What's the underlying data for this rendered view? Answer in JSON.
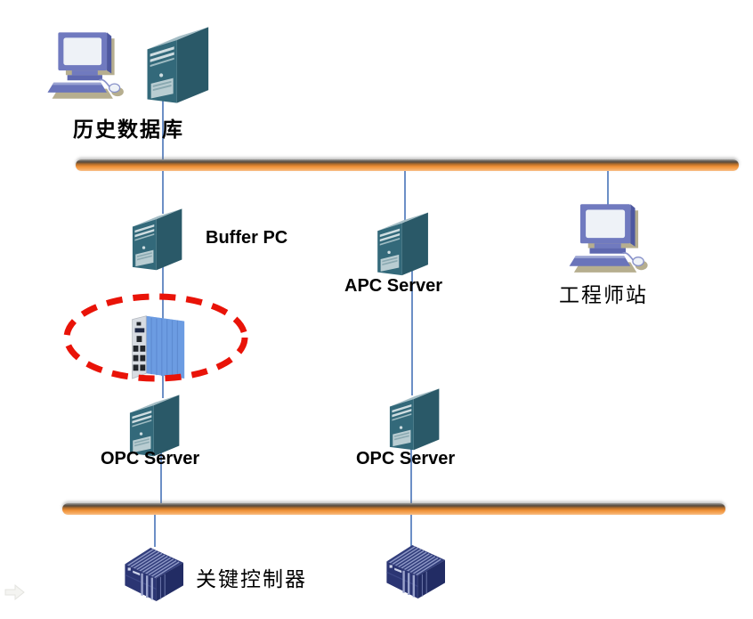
{
  "diagram": {
    "type": "network-architecture",
    "nodes": {
      "history_db": {
        "label": "历史数据库",
        "type": "workstation-and-server"
      },
      "buffer_pc": {
        "label": "Buffer PC",
        "type": "server"
      },
      "apc_server": {
        "label": "APC Server",
        "type": "server"
      },
      "engineer_station": {
        "label": "工程师站",
        "type": "workstation"
      },
      "opc_server_1": {
        "label": "OPC Server",
        "type": "server"
      },
      "opc_server_2": {
        "label": "OPC Server",
        "type": "server"
      },
      "ethernet_switch": {
        "label": "",
        "type": "industrial-switch",
        "highlighted": true
      },
      "key_controller": {
        "label": "关键控制器",
        "type": "plc-controller"
      },
      "controller_2": {
        "label": "",
        "type": "plc-controller"
      }
    },
    "buses": [
      {
        "id": "upper-bus",
        "color": "#EE8D32"
      },
      {
        "id": "lower-bus",
        "color": "#EE8D32"
      }
    ],
    "connections": [
      {
        "from": "history_db",
        "to": "upper-bus"
      },
      {
        "from": "upper-bus",
        "to": "buffer_pc"
      },
      {
        "from": "buffer_pc",
        "to": "ethernet_switch"
      },
      {
        "from": "ethernet_switch",
        "to": "opc_server_1"
      },
      {
        "from": "opc_server_1",
        "to": "lower-bus"
      },
      {
        "from": "lower-bus",
        "to": "key_controller"
      },
      {
        "from": "upper-bus",
        "to": "apc_server"
      },
      {
        "from": "apc_server",
        "to": "opc_server_2"
      },
      {
        "from": "opc_server_2",
        "to": "lower-bus"
      },
      {
        "from": "lower-bus",
        "to": "controller_2"
      },
      {
        "from": "upper-bus",
        "to": "engineer_station"
      }
    ],
    "icons": {
      "workstation-icon": "desktop computer with monitor, keyboard and mouse",
      "server-icon": "tower server, isometric",
      "switch-icon": "blue industrial ethernet switch with RJ45 ports",
      "controller-icon": "navy PLC controller rack with cooling fins",
      "nav-arrow-icon": "faint right-pointing slide navigation arrow"
    },
    "colors": {
      "bus_orange": "#EE8D32",
      "connector_blue": "#6C8FC6",
      "highlight_red": "#E91308",
      "server_teal": "#33697A",
      "switch_blue": "#6C9CE2",
      "controller_navy": "#2B3573",
      "workstation_blue": "#6A74BA",
      "shadow_tan": "#B6AE8F",
      "label_color": "#000000"
    }
  }
}
